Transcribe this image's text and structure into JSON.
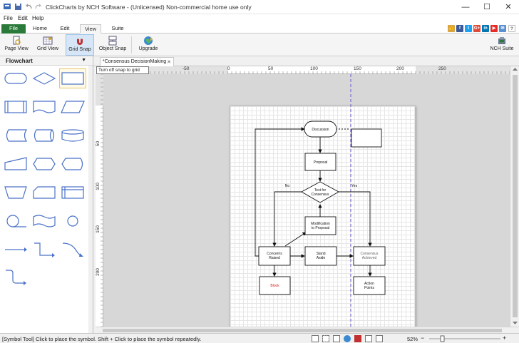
{
  "window": {
    "title": "ClickCharts by NCH Software - (Unlicensed) Non-commercial home use only",
    "controls": {
      "minimize": "—",
      "maximize": "☐",
      "close": "✕"
    }
  },
  "menu": {
    "file": "File",
    "edit": "Edit",
    "help": "Help"
  },
  "ribbon_tabs": {
    "file": "File",
    "home": "Home",
    "edit": "Edit",
    "view": "View",
    "suite": "Suite"
  },
  "ribbon": {
    "page_view": "Page View",
    "grid_view": "Grid View",
    "grid_snap": "Grid Snap",
    "object_snap": "Object Snap",
    "upgrade": "Upgrade",
    "nch_suite": "NCH Suite"
  },
  "social_icons": [
    "f",
    "t",
    "G+",
    "in",
    "▶",
    "✉"
  ],
  "sidebar": {
    "title": "Flowchart",
    "collapse_glyph": "▼"
  },
  "document": {
    "tab_label": "*Consensus DecisionMaking",
    "close_glyph": "✕",
    "tooltip": "Turn off snap to grid"
  },
  "rulers": {
    "h_ticks": [
      "-50",
      "0",
      "50",
      "100",
      "150",
      "200",
      "250"
    ],
    "v_ticks": [
      "50",
      "100",
      "150",
      "200"
    ]
  },
  "flowchart": {
    "nodes": {
      "discussion": "Discussion",
      "proposal": "Proposal",
      "test_line1": "Test for",
      "test_line2": "Consensus",
      "mod_line1": "Modification",
      "mod_line2": "to Proposal",
      "concerns_line1": "Concerns",
      "concerns_line2": "Raised",
      "stand_line1": "Stand",
      "stand_line2": "Aside",
      "consensus_line1": "Consensus",
      "consensus_line2": "Achieved",
      "block": "Block",
      "action_line1": "Action",
      "action_line2": "Points"
    },
    "edge_labels": {
      "no": "No",
      "yes": "Yes"
    }
  },
  "colors": {
    "block_text": "#d02020",
    "file_tab": "#2a7a3a",
    "guide": "#6a5acd"
  },
  "status": {
    "message": "[Symbol Tool] Click to place the symbol.  Shift + Click to place the symbol repeatedly.",
    "zoom": "52%",
    "zoom_minus": "−",
    "zoom_plus": "+"
  }
}
